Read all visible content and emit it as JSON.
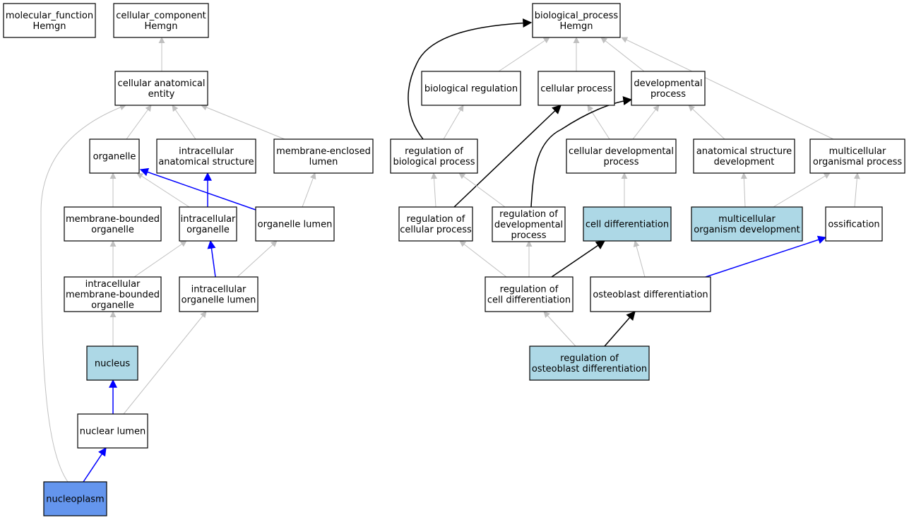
{
  "colors": {
    "default_fill": "#ffffff",
    "highlight_fill": "#add8e6",
    "query_fill": "#6495ed",
    "edge_gray": "#c0c0c0",
    "edge_blue": "#0000ff",
    "edge_black": "#000000"
  },
  "nodes": [
    {
      "id": "mf",
      "lines": [
        "molecular_function",
        "Hemgn"
      ],
      "fill": "default"
    },
    {
      "id": "cc",
      "lines": [
        "cellular_component",
        "Hemgn"
      ],
      "fill": "default"
    },
    {
      "id": "bp",
      "lines": [
        "biological_process",
        "Hemgn"
      ],
      "fill": "default"
    },
    {
      "id": "cae",
      "lines": [
        "cellular anatomical",
        "entity"
      ],
      "fill": "default"
    },
    {
      "id": "org",
      "lines": [
        "organelle"
      ],
      "fill": "default"
    },
    {
      "id": "ias",
      "lines": [
        "intracellular",
        "anatomical structure"
      ],
      "fill": "default"
    },
    {
      "id": "mel",
      "lines": [
        "membrane-enclosed",
        "lumen"
      ],
      "fill": "default"
    },
    {
      "id": "mbo",
      "lines": [
        "membrane-bounded",
        "organelle"
      ],
      "fill": "default"
    },
    {
      "id": "io",
      "lines": [
        "intracellular",
        "organelle"
      ],
      "fill": "default"
    },
    {
      "id": "ol",
      "lines": [
        "organelle lumen"
      ],
      "fill": "default"
    },
    {
      "id": "imbo",
      "lines": [
        "intracellular",
        "membrane-bounded",
        "organelle"
      ],
      "fill": "default"
    },
    {
      "id": "iol",
      "lines": [
        "intracellular",
        "organelle lumen"
      ],
      "fill": "default"
    },
    {
      "id": "nuc",
      "lines": [
        "nucleus"
      ],
      "fill": "highlight"
    },
    {
      "id": "nl",
      "lines": [
        "nuclear lumen"
      ],
      "fill": "default"
    },
    {
      "id": "np",
      "lines": [
        "nucleoplasm"
      ],
      "fill": "query"
    },
    {
      "id": "br",
      "lines": [
        "biological regulation"
      ],
      "fill": "default"
    },
    {
      "id": "cp",
      "lines": [
        "cellular process"
      ],
      "fill": "default"
    },
    {
      "id": "dp",
      "lines": [
        "developmental",
        "process"
      ],
      "fill": "default"
    },
    {
      "id": "rbp",
      "lines": [
        "regulation of",
        "biological process"
      ],
      "fill": "default"
    },
    {
      "id": "cdp",
      "lines": [
        "cellular developmental",
        "process"
      ],
      "fill": "default"
    },
    {
      "id": "asd",
      "lines": [
        "anatomical structure",
        "development"
      ],
      "fill": "default"
    },
    {
      "id": "mop",
      "lines": [
        "multicellular",
        "organismal process"
      ],
      "fill": "default"
    },
    {
      "id": "rcp",
      "lines": [
        "regulation of",
        "cellular process"
      ],
      "fill": "default"
    },
    {
      "id": "rdp",
      "lines": [
        "regulation of",
        "developmental",
        "process"
      ],
      "fill": "default"
    },
    {
      "id": "cd",
      "lines": [
        "cell differentiation"
      ],
      "fill": "highlight"
    },
    {
      "id": "mod",
      "lines": [
        "multicellular",
        "organism development"
      ],
      "fill": "highlight"
    },
    {
      "id": "oss",
      "lines": [
        "ossification"
      ],
      "fill": "default"
    },
    {
      "id": "rcd",
      "lines": [
        "regulation of",
        "cell differentiation"
      ],
      "fill": "default"
    },
    {
      "id": "od",
      "lines": [
        "osteoblast differentiation"
      ],
      "fill": "default"
    },
    {
      "id": "rod",
      "lines": [
        "regulation of",
        "osteoblast differentiation"
      ],
      "fill": "highlight"
    }
  ],
  "edges": [
    {
      "from": "cae",
      "to": "cc",
      "kind": "gray"
    },
    {
      "from": "org",
      "to": "cae",
      "kind": "gray"
    },
    {
      "from": "ias",
      "to": "cae",
      "kind": "gray"
    },
    {
      "from": "mel",
      "to": "cae",
      "kind": "gray"
    },
    {
      "from": "np",
      "to": "cae",
      "kind": "gray"
    },
    {
      "from": "mbo",
      "to": "org",
      "kind": "gray"
    },
    {
      "from": "io",
      "to": "org",
      "kind": "gray"
    },
    {
      "from": "ol",
      "to": "org",
      "kind": "blue"
    },
    {
      "from": "io",
      "to": "ias",
      "kind": "blue"
    },
    {
      "from": "ol",
      "to": "mel",
      "kind": "gray"
    },
    {
      "from": "imbo",
      "to": "mbo",
      "kind": "gray"
    },
    {
      "from": "imbo",
      "to": "io",
      "kind": "gray"
    },
    {
      "from": "iol",
      "to": "io",
      "kind": "blue"
    },
    {
      "from": "iol",
      "to": "ol",
      "kind": "gray"
    },
    {
      "from": "nuc",
      "to": "imbo",
      "kind": "gray"
    },
    {
      "from": "nl",
      "to": "nuc",
      "kind": "blue"
    },
    {
      "from": "nl",
      "to": "iol",
      "kind": "gray"
    },
    {
      "from": "np",
      "to": "nl",
      "kind": "blue"
    },
    {
      "from": "br",
      "to": "bp",
      "kind": "gray"
    },
    {
      "from": "cp",
      "to": "bp",
      "kind": "gray"
    },
    {
      "from": "dp",
      "to": "bp",
      "kind": "gray"
    },
    {
      "from": "mop",
      "to": "bp",
      "kind": "gray"
    },
    {
      "from": "rbp",
      "to": "bp",
      "kind": "black"
    },
    {
      "from": "rbp",
      "to": "br",
      "kind": "gray"
    },
    {
      "from": "cdp",
      "to": "cp",
      "kind": "gray"
    },
    {
      "from": "cdp",
      "to": "dp",
      "kind": "gray"
    },
    {
      "from": "asd",
      "to": "dp",
      "kind": "gray"
    },
    {
      "from": "rcp",
      "to": "rbp",
      "kind": "gray"
    },
    {
      "from": "rcp",
      "to": "cp",
      "kind": "black"
    },
    {
      "from": "rdp",
      "to": "rbp",
      "kind": "gray"
    },
    {
      "from": "rdp",
      "to": "dp",
      "kind": "black"
    },
    {
      "from": "cd",
      "to": "cdp",
      "kind": "gray"
    },
    {
      "from": "mod",
      "to": "asd",
      "kind": "gray"
    },
    {
      "from": "mod",
      "to": "mop",
      "kind": "gray"
    },
    {
      "from": "oss",
      "to": "mop",
      "kind": "gray"
    },
    {
      "from": "rcd",
      "to": "rcp",
      "kind": "gray"
    },
    {
      "from": "rcd",
      "to": "rdp",
      "kind": "gray"
    },
    {
      "from": "rcd",
      "to": "cd",
      "kind": "black"
    },
    {
      "from": "od",
      "to": "cd",
      "kind": "gray"
    },
    {
      "from": "od",
      "to": "oss",
      "kind": "blue"
    },
    {
      "from": "rod",
      "to": "rcd",
      "kind": "gray"
    },
    {
      "from": "rod",
      "to": "od",
      "kind": "black"
    }
  ]
}
